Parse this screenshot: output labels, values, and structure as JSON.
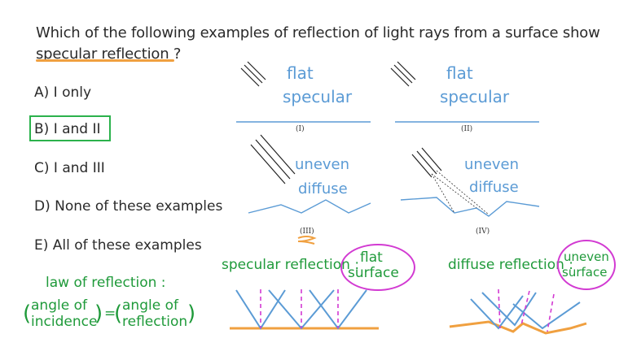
{
  "question": {
    "line1": "Which of the following examples of reflection of light rays from a surface show",
    "line2": "specular reflection ?"
  },
  "options": [
    {
      "label": "A) I only"
    },
    {
      "label": "B) I and II"
    },
    {
      "label": "C) I and III"
    },
    {
      "label": "D) None of these examples"
    },
    {
      "label": "E) All of these examples"
    }
  ],
  "diagram": {
    "panel1": {
      "line1": "flat",
      "line2": "specular",
      "caption": "(I)"
    },
    "panel2": {
      "line1": "flat",
      "line2": "specular",
      "caption": "(II)"
    },
    "panel3": {
      "line1": "uneven",
      "line2": "diffuse",
      "caption": "(III)"
    },
    "panel4": {
      "line1": "uneven",
      "line2": "diffuse",
      "caption": "(IV)"
    }
  },
  "notes": {
    "specular": {
      "label": "specular reflection :",
      "bubble1": "flat",
      "bubble2": "surface"
    },
    "diffuse": {
      "label": "diffuse reflection :",
      "bubble1": "uneven",
      "bubble2": "surface"
    },
    "law_title": "law of reflection :",
    "law_left1": "angle of",
    "law_left2": "incidence",
    "law_eq": "=",
    "law_right1": "angle of",
    "law_right2": "reflection"
  },
  "colors": {
    "answer_box": "#2bb24c",
    "blue": "#5b9bd5",
    "green": "#1f9a3a",
    "magenta": "#d23ad2",
    "orange": "#f0a040"
  }
}
